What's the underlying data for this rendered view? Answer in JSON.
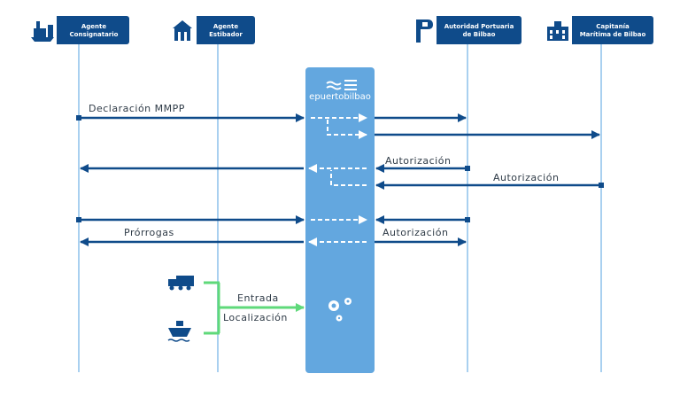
{
  "actors": {
    "agente_consignatario": "Agente\nConsignatario",
    "agente_estibador": "Agente\nEstibador",
    "autoridad_portuaria": "Autoridad Portuaria\nde Bilbao",
    "capitania": "Capitanía\nMarítima de Bilbao"
  },
  "hub": {
    "logo_text": "epuertobilbao"
  },
  "messages": {
    "declaracion": "Declaración MMPP",
    "autorizacion_1": "Autorización",
    "autorizacion_2": "Autorización",
    "prorrogas": "Prórrogas",
    "autorizacion_3": "Autorización",
    "entrada": "Entrada",
    "localizacion": "Localización"
  },
  "colors": {
    "actor_bg": "#0f4b8a",
    "lifeline": "#a9d0f0",
    "arrow": "#0f4b8a",
    "hub": "#63a7df",
    "green": "#5fd97a"
  },
  "icons": [
    "ship-crane-icon",
    "warehouse-icon",
    "port-building-icon",
    "maritime-building-icon",
    "truck-icon",
    "ship-icon",
    "gears-icon",
    "waves-icon"
  ]
}
